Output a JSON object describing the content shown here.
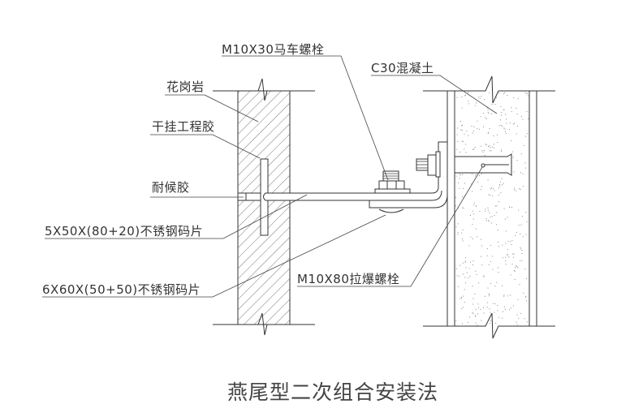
{
  "labels": {
    "carriage_bolt": "M10X30马车螺栓",
    "concrete": "C30混凝土",
    "granite": "花岗岩",
    "adhesive": "干挂工程胶",
    "sealant": "耐候胶",
    "plate_small": "5X50X(80+20)不锈钢码片",
    "plate_large": "6X60X(50+50)不锈钢码片",
    "expansion_bolt": "M10X80拉爆螺栓"
  },
  "title": "燕尾型二次组合安装法"
}
